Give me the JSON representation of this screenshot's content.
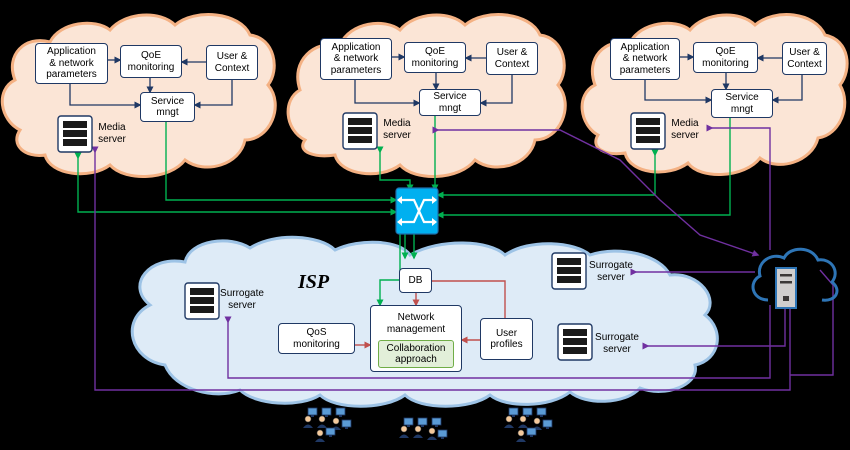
{
  "diagram": {
    "cloud_left": {
      "app_params": [
        "Application",
        "& network",
        "parameters"
      ],
      "qoe": [
        "QoE",
        "monitoring"
      ],
      "user_context": [
        "User &",
        "Context"
      ],
      "service": [
        "Service",
        "mngt"
      ],
      "media": [
        "Media",
        "server"
      ]
    },
    "cloud_middle": {
      "app_params": [
        "Application",
        "& network",
        "parameters"
      ],
      "qoe": [
        "QoE",
        "monitoring"
      ],
      "user_context": [
        "User &",
        "Context"
      ],
      "service": [
        "Service",
        "mngt"
      ],
      "media": [
        "Media",
        "server"
      ]
    },
    "cloud_right": {
      "app_params": [
        "Application",
        "& network",
        "parameters"
      ],
      "qoe": [
        "QoE",
        "monitoring"
      ],
      "user_context": [
        "User &",
        "Context"
      ],
      "service": [
        "Service",
        "mngt"
      ],
      "media": [
        "Media",
        "server"
      ]
    },
    "isp": {
      "title": "ISP",
      "db": "DB",
      "surrogate_left": [
        "Surrogate",
        "server"
      ],
      "surrogate_top_right": [
        "Surrogate",
        "server"
      ],
      "surrogate_bottom_right": [
        "Surrogate",
        "server"
      ],
      "qos": [
        "QoS",
        "monitoring"
      ],
      "network_mgmt": [
        "Network",
        "management"
      ],
      "collab": [
        "Collaboration",
        "approach"
      ],
      "user_profiles": [
        "User",
        "profiles"
      ]
    },
    "colors": {
      "cloud_fill": "#fbe5d6",
      "cloud_stroke": "#f4b183",
      "isp_fill": "#deebf7",
      "isp_stroke": "#9dc3e6",
      "green_link": "#00b050",
      "purple_link": "#7030a0",
      "red_link": "#c0504d",
      "dark_link": "#1f3864",
      "switch": "#00b0f0",
      "cdn_cloud": "#2e75b6"
    }
  }
}
